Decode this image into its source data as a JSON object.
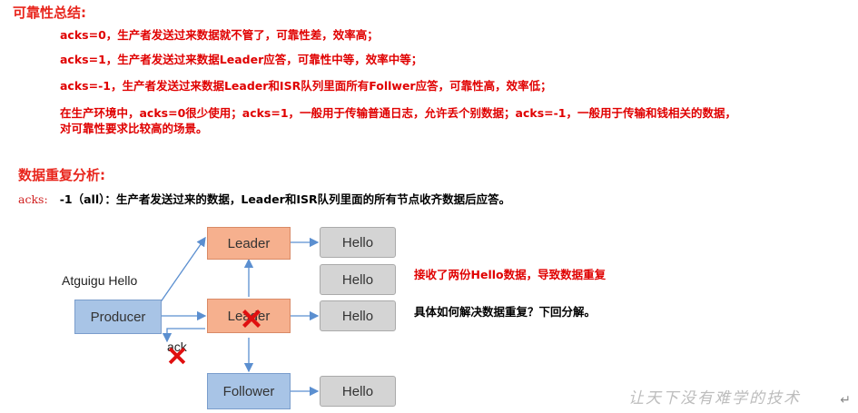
{
  "section1": {
    "title": "可靠性总结:",
    "lines": [
      "acks=0，生产者发送过来数据就不管了，可靠性差，效率高；",
      "acks=1，生产者发送过来数据Leader应答，可靠性中等，效率中等；",
      "acks=-1，生产者发送过来数据Leader和ISR队列里面所有Follwer应答，可靠性高，效率低；",
      "在生产环境中，acks=0很少使用；acks=1，一般用于传输普通日志，允许丢个别数据；acks=-1，一般用于传输和钱相关的数据，",
      "对可靠性要求比较高的场景。"
    ]
  },
  "section2": {
    "title": "数据重复分析:",
    "acks_prefix": "acks:",
    "acks_value": "-1（all）：生产者发送过来的数据，Leader和ISR队列里面的所有节点收齐数据后应答。"
  },
  "diagram": {
    "atguigu_label": "Atguigu Hello",
    "producer": "Producer",
    "leader_top": "Leader",
    "leader_mid": "Leader",
    "follower": "Follower",
    "hello1": "Hello",
    "hello2": "Hello",
    "hello3": "Hello",
    "hello4": "Hello",
    "ack_label": "ack",
    "note_red": "接收了两份Hello数据，导致数据重复",
    "note_black": "具体如何解决数据重复？下回分解。"
  },
  "watermark": "让天下没有难学的技术",
  "colors": {
    "heading": "#e8251c",
    "body_red": "#e00000",
    "producer_fill": "#a8c4e6",
    "leader_fill": "#f6b08e",
    "hello_fill": "#d4d4d4",
    "arrow": "#5b8fd0",
    "x_mark": "#e01010"
  }
}
